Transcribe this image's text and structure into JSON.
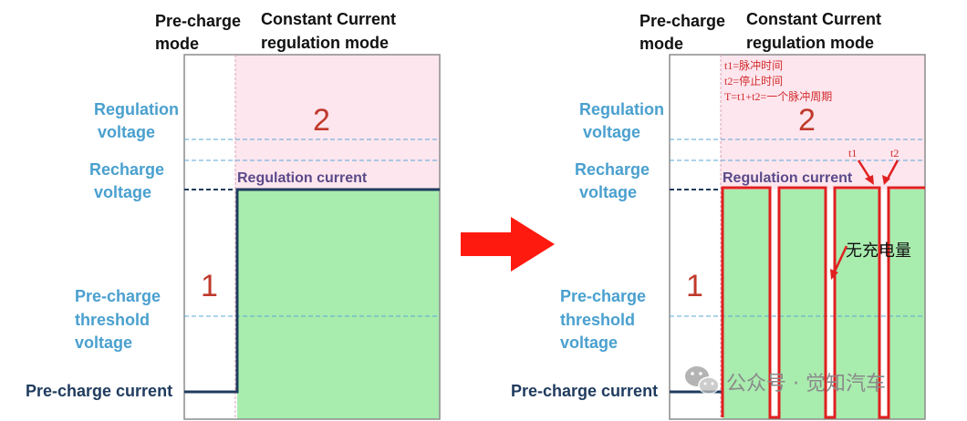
{
  "colors": {
    "label_blue": "#4aa0cf",
    "dark_blue": "#1f3b5e",
    "pink_region": "#fde6ee",
    "green_region": "#a8ecae",
    "red": "#e02020",
    "dashed_blue": "#5aa7d6"
  },
  "left_panel": {
    "header_precharge": [
      "Pre-charge",
      "mode"
    ],
    "header_cc": [
      "Constant Current",
      "regulation mode"
    ],
    "regulation_voltage": [
      "Regulation",
      "voltage"
    ],
    "recharge_voltage": [
      "Recharge",
      "voltage"
    ],
    "precharge_threshold": [
      "Pre-charge",
      "threshold",
      "voltage"
    ],
    "precharge_current": "Pre-charge current",
    "regulation_current": "Regulation current",
    "region1": "1",
    "region2": "2"
  },
  "right_panel": {
    "header_precharge": [
      "Pre-charge",
      "mode"
    ],
    "header_cc": [
      "Constant Current",
      "regulation mode"
    ],
    "regulation_voltage": [
      "Regulation",
      "voltage"
    ],
    "recharge_voltage": [
      "Recharge",
      "voltage"
    ],
    "precharge_threshold": [
      "Pre-charge",
      "threshold",
      "voltage"
    ],
    "precharge_current": "Pre-charge current",
    "regulation_current": "Regulation current",
    "region1": "1",
    "region2": "2",
    "notes": [
      "t1=脉冲时间",
      "t2=停止时间",
      "T=t1+t2=一个脉冲周期"
    ],
    "t1_label": "t1",
    "t2_label": "t2",
    "no_charge_label": "无充电量"
  },
  "arrow": {
    "icon": "right-arrow-icon"
  },
  "watermark": {
    "icon": "wechat-icon",
    "text": "公众号 · 觉知汽车"
  }
}
